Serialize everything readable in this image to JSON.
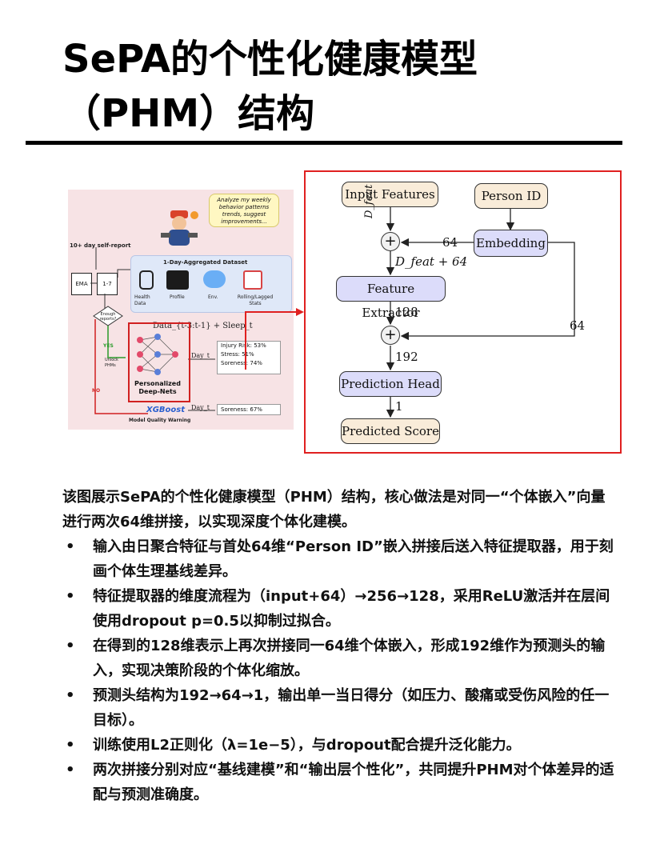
{
  "page": {
    "title_line1": "SePA的个性化健康模型",
    "title_line2": "（PHM）结构"
  },
  "left_figure": {
    "bubble_text": "Analyze my weekly behavior patterns trends, suggest improvements...",
    "self_report": "10+ day self-report",
    "ema": "EMA",
    "scale": "1-7",
    "enough_reports": "Enough reports?",
    "yes": "YES",
    "no": "NO",
    "unlock_phms": "Unlock PHMs",
    "dataset_title": "1-Day-Aggregated Dataset",
    "dataset_items": [
      "Health Data",
      "Profile",
      "Env.",
      "Rolling/Lagged Stats"
    ],
    "data_formula": "Data_{t-3:t-1} + Sleep_t",
    "day_label": "Day_t",
    "network_label": "Personalized Deep-Nets",
    "outputs": [
      "Injury Risk: 53%",
      "Stress: 51%",
      "Soreness: 74%"
    ],
    "xgboost": "XGBoost",
    "model_warning": "Model Quality Warning",
    "xgb_output": "Soreness: 67%"
  },
  "diagram": {
    "nodes": {
      "input_features": "Input Features",
      "person_id": "Person ID",
      "embedding": "Embedding",
      "feature_extractor": "Feature Extractor",
      "prediction_head": "Prediction Head",
      "predicted_score": "Predicted Score"
    },
    "edge_labels": {
      "d_feat": "D_feat",
      "emb_to_plus1": "64",
      "d_feat_plus_64": "D_feat + 64",
      "fe_out": "128",
      "emb_to_plus2": "64",
      "plus2_out": "192",
      "head_out": "1"
    }
  },
  "summary": "该图展示SePA的个性化健康模型（PHM）结构，核心做法是对同一“个体嵌入”向量进行两次64维拼接，以实现深度个体化建模。",
  "bullets": [
    "输入由日聚合特征与首处64维“Person ID”嵌入拼接后送入特征提取器，用于刻画个体生理基线差异。",
    "特征提取器的维度流程为（input+64）→256→128，采用ReLU激活并在层间使用dropout p=0.5以抑制过拟合。",
    "在得到的128维表示上再次拼接同一64维个体嵌入，形成192维作为预测头的输入，实现决策阶段的个体化缩放。",
    "预测头结构为192→64→1，输出单一当日得分（如压力、酸痛或受伤风险的任一目标）。",
    "训练使用L2正则化（λ=1e−5），与dropout配合提升泛化能力。",
    "两次拼接分别对应“基线建模”和“输出层个性化”，共同提升PHM对个体差异的适配与预测准确度。"
  ],
  "bullet_marker": "•",
  "colors": {
    "highlight_red": "#e02020",
    "node_fill": "#dcdcfa",
    "input_fill": "#f9ecd9",
    "figure_bg": "#f7e3e5"
  }
}
